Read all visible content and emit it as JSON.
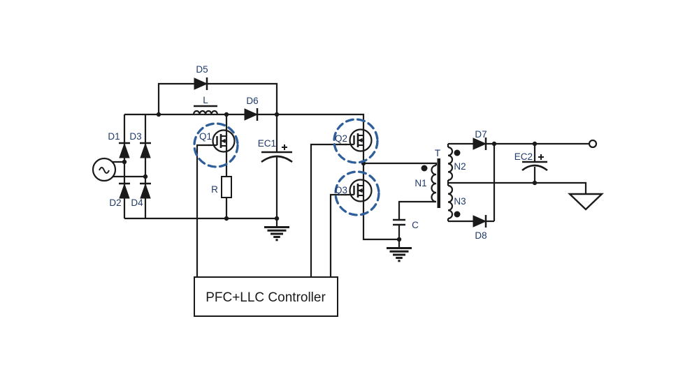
{
  "labels": {
    "d1": "D1",
    "d2": "D2",
    "d3": "D3",
    "d4": "D4",
    "d5": "D5",
    "d6": "D6",
    "d7": "D7",
    "d8": "D8",
    "l": "L",
    "r": "R",
    "c": "C",
    "t": "T",
    "n1": "N1",
    "n2": "N2",
    "n3": "N3",
    "q1": "Q1",
    "q2": "Q2",
    "q3": "Q3",
    "ec1": "EC1",
    "ec2": "EC2",
    "controller": "PFC+LLC Controller"
  },
  "colors": {
    "wire": "#1a1a1a",
    "label": "#1f3a68",
    "controller_text": "#1a1a1a",
    "highlight": "#2f5f9b",
    "background": "#ffffff"
  },
  "symbols": {
    "ac_source": "sine-in-circle",
    "diode": "filled-triangle-with-bar",
    "mosfet": "circle-mosfet-n-channel",
    "inductor": "humps-with-core-bar",
    "transformer_core": "vertical-bar",
    "polarized_capacitor": "plate-over-curved-plate-plus",
    "capacitor": "parallel-plates",
    "resistor": "rectangle",
    "signal_ground": "tapered-bars",
    "earth_ground": "open-triangle",
    "output_terminal": "open-circle",
    "phase_dot": "filled-dot",
    "highlight_marker": "dashed-circle"
  }
}
